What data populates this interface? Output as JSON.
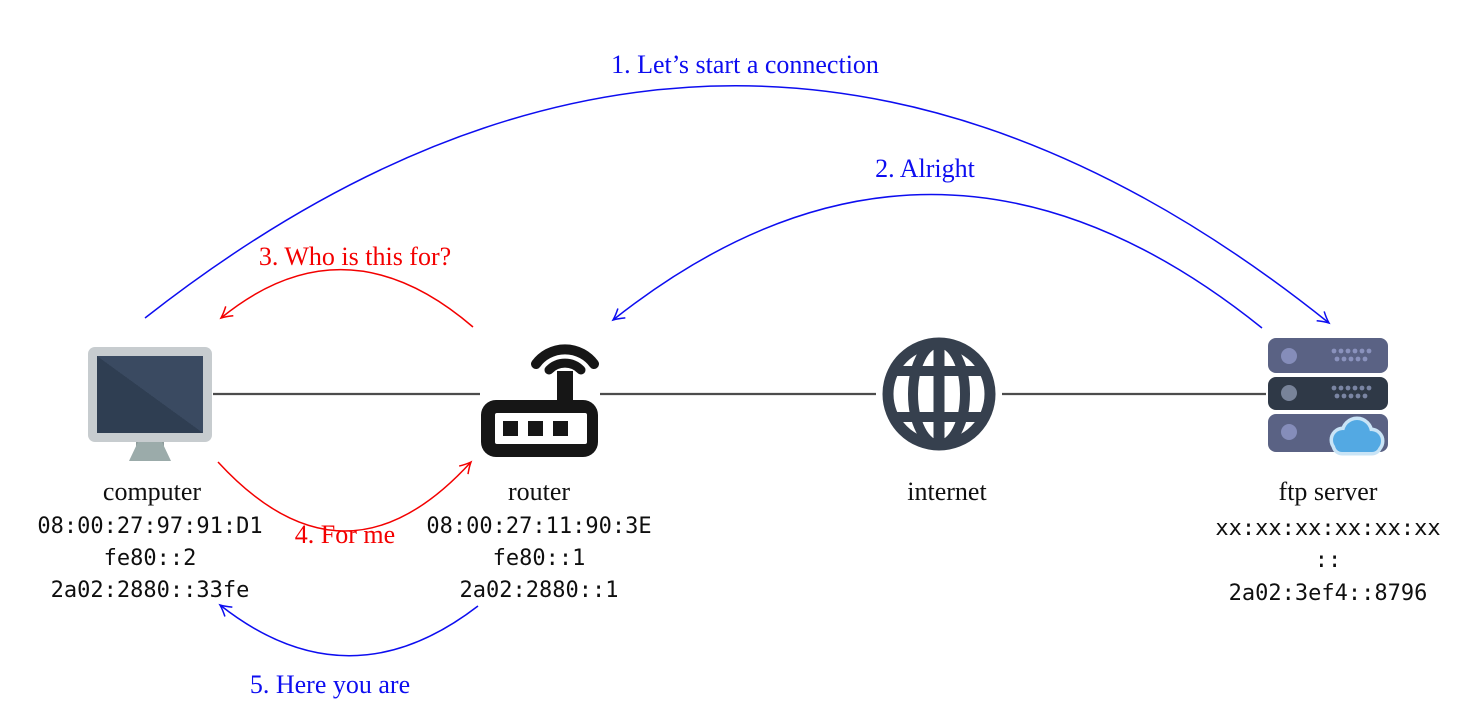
{
  "messages": [
    {
      "label": "1. Let’s start a connection",
      "color": "#0d0df0",
      "from": "computer",
      "to": "ftp server"
    },
    {
      "label": "2. Alright",
      "color": "#0d0df0",
      "from": "ftp server",
      "to": "router"
    },
    {
      "label": "3. Who is this for?",
      "color": "#f30000",
      "from": "router",
      "to": "computer"
    },
    {
      "label": "4. For me",
      "color": "#f30000",
      "from": "computer",
      "to": "router"
    },
    {
      "label": "5. Here you are",
      "color": "#0d0df0",
      "from": "router",
      "to": "computer"
    }
  ],
  "nodes": [
    {
      "label": "computer",
      "mac": "08:00:27:97:91:D1",
      "ipv6_link_local": "fe80::2",
      "ipv6_global": "2a02:2880::33fe"
    },
    {
      "label": "router",
      "mac": "08:00:27:11:90:3E",
      "ipv6_link_local": "fe80::1",
      "ipv6_global": "2a02:2880::1"
    },
    {
      "label": "internet"
    },
    {
      "label": "ftp server",
      "mac": "xx:xx:xx:xx:xx:xx",
      "ipv6_link_local": "::",
      "ipv6_global": "2a02:3ef4::8796"
    }
  ],
  "colors": {
    "blue": "#0d0df0",
    "red": "#f30000",
    "connector": "#4c4c4c",
    "text": "#0f0f0f",
    "icon_slate": "#36404e",
    "monitor_bezel": "#c7cccf",
    "monitor_screen_dark": "#2f3e52",
    "monitor_screen_light": "#3a4a61",
    "monitor_stand": "#9babaa",
    "router_black": "#161616",
    "server_body": "#5a6284",
    "server_body_dark": "#2f3947",
    "server_detail": "#858dba",
    "cloud_fill": "#53a9e3",
    "cloud_halo": "#c9e4f6"
  }
}
